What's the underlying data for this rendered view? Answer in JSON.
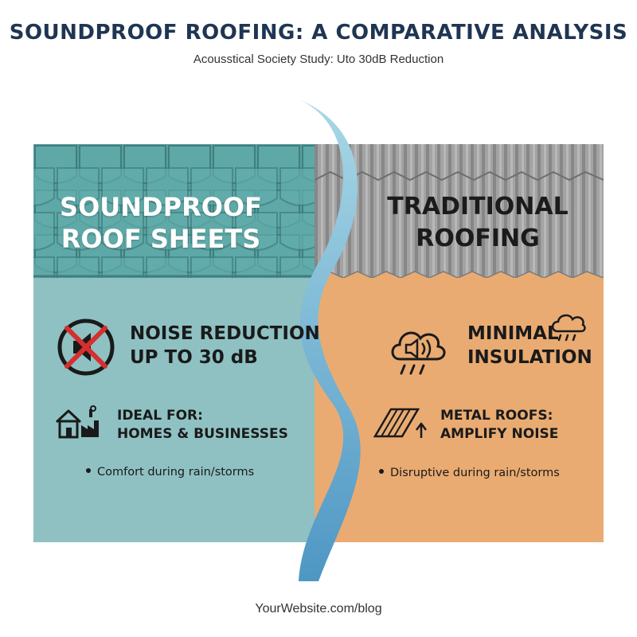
{
  "header": {
    "title": "SOUNDPROOF ROOFING: A COMPARATIVE ANALYSIS",
    "subtitle": "Acousstical Society Study: Uto 30dB Reduction"
  },
  "left": {
    "heading": [
      "SOUNDPROOF",
      "ROOF SHEETS"
    ],
    "feature1": [
      "NOISE REDUCTION",
      "UP TO 30 dB"
    ],
    "feature2": [
      "IDEAL FOR:",
      "HOMES & BUSINESSES"
    ],
    "bullet": "Comfort during rain/storms",
    "icons": [
      "muted-speaker-icon",
      "house-factory-icon"
    ],
    "colors": {
      "roof": "#58a09f",
      "panel": "#8fc1c3"
    }
  },
  "right": {
    "heading": [
      "TRADITIONAL",
      "ROOFING"
    ],
    "feature1": [
      "MINIMAL",
      "INSULATION"
    ],
    "feature2": [
      "METAL ROOFS:",
      "AMPLIFY NOISE"
    ],
    "bullet": "Disruptive during rain/storms",
    "icons": [
      "rain-cloud-speaker-icon",
      "rain-cloud-icon",
      "metal-sheet-icon"
    ],
    "colors": {
      "roof": "#9c9c9c",
      "panel": "#e9ab72"
    }
  },
  "footer": {
    "url": "YourWebsite.com/blog"
  }
}
